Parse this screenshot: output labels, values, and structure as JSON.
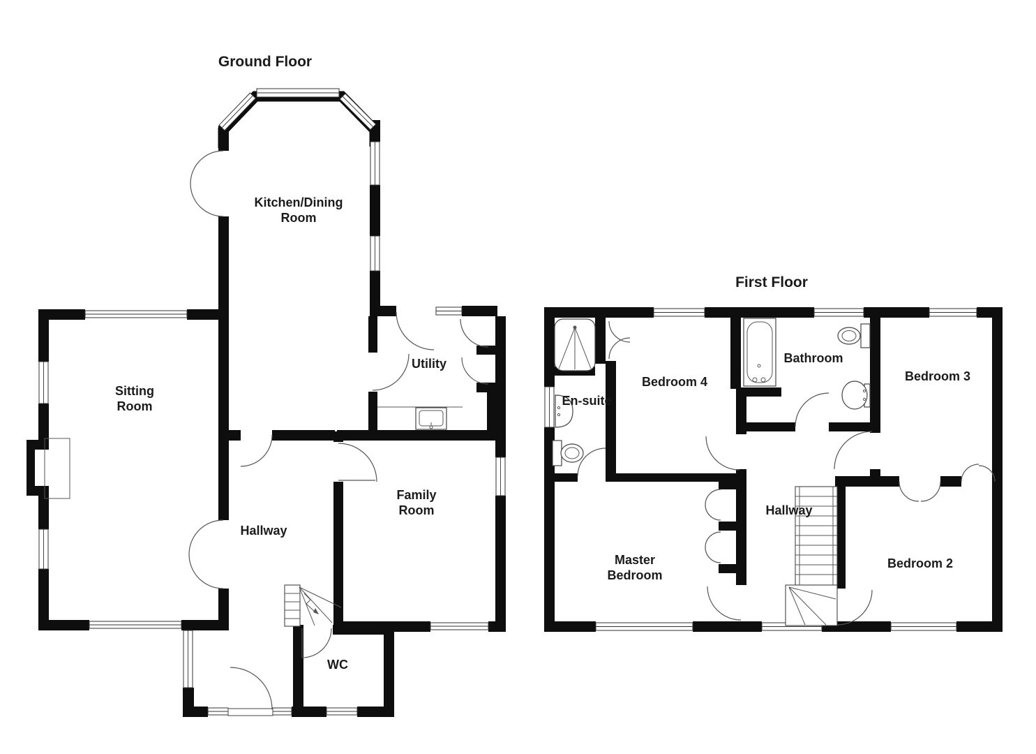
{
  "plan": {
    "ink_color": "#0e0e0e",
    "line_color": "#555555",
    "background_color": "#ffffff"
  },
  "ground_floor": {
    "title": "Ground Floor",
    "rooms": {
      "kitchen": {
        "lines": [
          "Kitchen/Dining",
          "Room"
        ]
      },
      "sitting": {
        "lines": [
          "Sitting",
          "Room"
        ]
      },
      "utility": {
        "label": "Utility"
      },
      "hallway": {
        "label": "Hallway"
      },
      "family": {
        "lines": [
          "Family",
          "Room"
        ]
      },
      "wc": {
        "label": "WC"
      }
    },
    "fixtures": [
      "bay-window",
      "french-doors",
      "fireplace",
      "staircase",
      "utility-sink",
      "front-door",
      "store-cupboards"
    ]
  },
  "first_floor": {
    "title": "First Floor",
    "rooms": {
      "ensuite": {
        "label": "En-suite"
      },
      "bedroom4": {
        "label": "Bedroom 4"
      },
      "bathroom": {
        "label": "Bathroom"
      },
      "bedroom3": {
        "label": "Bedroom 3"
      },
      "hallway": {
        "label": "Hallway"
      },
      "master": {
        "lines": [
          "Master",
          "Bedroom"
        ]
      },
      "bedroom2": {
        "label": "Bedroom 2"
      }
    },
    "fixtures": [
      "shower",
      "bath",
      "toilet",
      "toilet",
      "wash-basin",
      "wash-basin",
      "staircase",
      "built-in-wardrobes"
    ]
  }
}
